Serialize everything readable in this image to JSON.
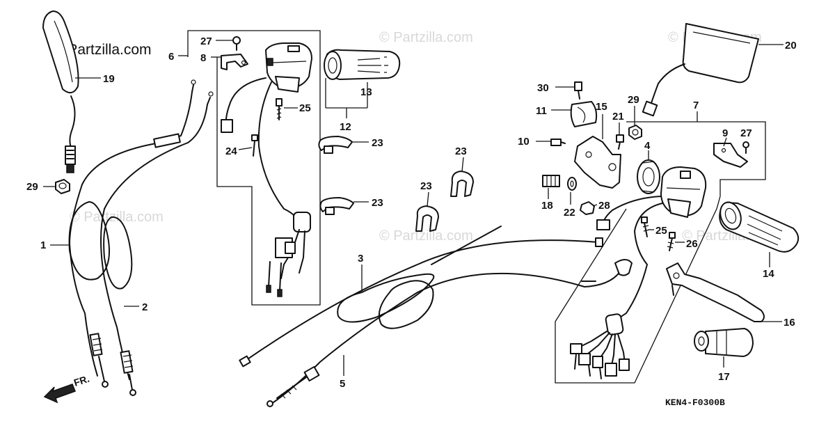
{
  "watermark_main": "© Partzilla.com",
  "watermark_repeat": "© Partzilla.com",
  "diagram_code": "KEN4-F0300B",
  "direction_label": "FR.",
  "callouts": {
    "c1": "1",
    "c2": "2",
    "c3": "3",
    "c4": "4",
    "c5": "5",
    "c6": "6",
    "c7": "7",
    "c8": "8",
    "c9": "9",
    "c10": "10",
    "c11": "11",
    "c12": "12",
    "c13": "13",
    "c14": "14",
    "c15": "15",
    "c16": "16",
    "c17": "17",
    "c18": "18",
    "c19": "19",
    "c20": "20",
    "c21": "21",
    "c22": "22",
    "c23a": "23",
    "c23b": "23",
    "c23c": "23",
    "c23d": "23",
    "c24": "24",
    "c25a": "25",
    "c25b": "25",
    "c26": "26",
    "c27a": "27",
    "c27b": "27",
    "c28": "28",
    "c29a": "29",
    "c29b": "29",
    "c30": "30"
  }
}
